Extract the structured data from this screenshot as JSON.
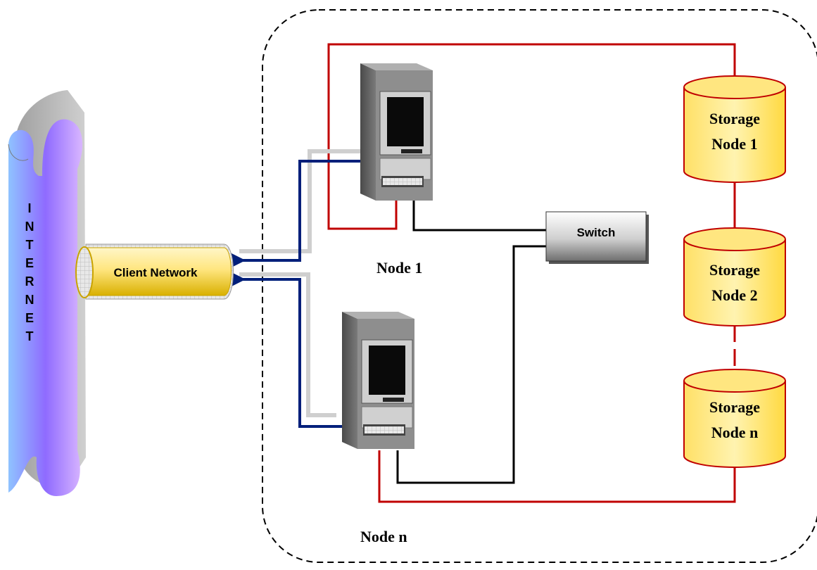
{
  "internet": {
    "letters": [
      "I",
      "N",
      "T",
      "E",
      "R",
      "N",
      "E",
      "T"
    ]
  },
  "client_network": {
    "label": "Client  Network"
  },
  "switch": {
    "label": "Switch"
  },
  "nodes": [
    {
      "label": "Node 1"
    },
    {
      "label": "Node n"
    }
  ],
  "storage": [
    {
      "line1": "Storage",
      "line2": "Node 1"
    },
    {
      "line1": "Storage",
      "line2": "Node 2"
    },
    {
      "line1": "Storage",
      "line2": "Node n"
    }
  ],
  "colors": {
    "cluster_border": "#000000",
    "storage_link": "#c00000",
    "client_link": "#001f7a",
    "switch_link": "#000000",
    "storage_fill": "#ffe680",
    "storage_stroke": "#c00000",
    "internet_fill": "#b7a8ff"
  }
}
